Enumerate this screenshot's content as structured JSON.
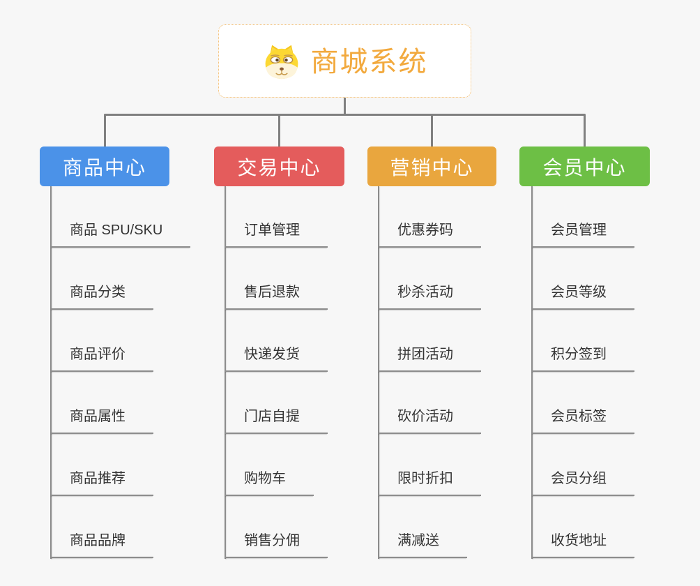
{
  "page": {
    "background": "#f7f7f7"
  },
  "lines": {
    "connector": "#808080",
    "underline": "#8c8c8c"
  },
  "root": {
    "title": "商城系统",
    "icon": "doge-icon",
    "text_color": "#f2a93d",
    "border_color": "#f2bb6b",
    "background": "#ffffff"
  },
  "branches": [
    {
      "label": "商品中心",
      "color": "#4b92e8",
      "items": [
        "商品 SPU/SKU",
        "商品分类",
        "商品评价",
        "商品属性",
        "商品推荐",
        "商品品牌"
      ]
    },
    {
      "label": "交易中心",
      "color": "#e45c5c",
      "items": [
        "订单管理",
        "售后退款",
        "快递发货",
        "门店自提",
        "购物车",
        "销售分佣"
      ]
    },
    {
      "label": "营销中心",
      "color": "#e9a63e",
      "items": [
        "优惠券码",
        "秒杀活动",
        "拼团活动",
        "砍价活动",
        "限时折扣",
        "满减送"
      ]
    },
    {
      "label": "会员中心",
      "color": "#6dbf45",
      "items": [
        "会员管理",
        "会员等级",
        "积分签到",
        "会员标签",
        "会员分组",
        "收货地址"
      ]
    }
  ]
}
